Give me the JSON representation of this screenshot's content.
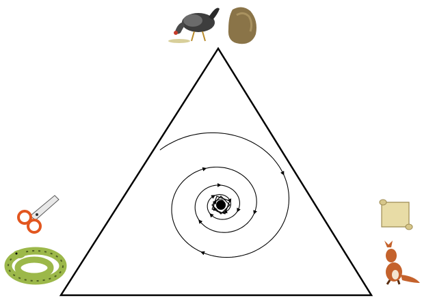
{
  "diagram": {
    "type": "simplex-phase-portrait",
    "shape": "triangle",
    "center_point": "spiral-sink"
  },
  "vertices": [
    {
      "position": "top",
      "icons": [
        "chicken-icon",
        "rock-icon"
      ]
    },
    {
      "position": "bottom-left",
      "icons": [
        "scissors-icon",
        "snake-icon"
      ]
    },
    {
      "position": "bottom-right",
      "icons": [
        "paper-scroll-icon",
        "fox-icon"
      ]
    }
  ],
  "colors": {
    "background": "#ffffff",
    "lines": "#000000",
    "scissors_handle": "#e2561f",
    "snake": "#9cb84a",
    "scroll": "#e8dca6",
    "fox": "#c4622c",
    "rock": "#8a7448",
    "chicken": "#444444"
  }
}
